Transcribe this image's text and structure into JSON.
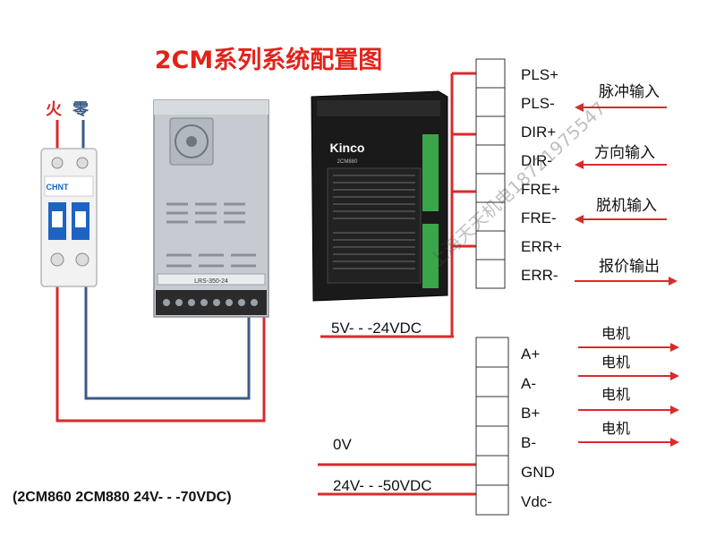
{
  "title": "2CM系列系统配置图",
  "breaker": {
    "live_label": "火",
    "neutral_label": "零",
    "brand": "CHNT"
  },
  "driver": {
    "brand": "Kinco",
    "model": "2CM880"
  },
  "power_supply": {
    "model": "LRS-350-24"
  },
  "control_terminals": [
    "PLS+",
    "PLS-",
    "DIR+",
    "DIR-",
    "FRE+",
    "FRE-",
    "ERR+",
    "ERR-"
  ],
  "signal_labels": {
    "pulse_input": "脉冲输入",
    "direction_input": "方向输入",
    "release_input": "脱机输入",
    "alarm_output": "报价输出"
  },
  "control_supply_label": "5V- - -24VDC",
  "power_terminals": [
    "A+",
    "A-",
    "B+",
    "B-",
    "GND",
    "Vdc-"
  ],
  "motor_labels": [
    "电机",
    "电机",
    "电机",
    "电机"
  ],
  "zero_volt_label": "0V",
  "main_supply_label": "24V- - -50VDC",
  "alt_supply_note": "(2CM860 2CM880 24V- - -70VDC)",
  "watermark": "上海天天机电18721975547",
  "colors": {
    "title_red": "#e2231a",
    "wire_red": "#d92b2b",
    "wire_blue": "#3a5a86",
    "breaker_blue": "#1565c0",
    "driver_black": "#1a1a1a",
    "terminal_green": "#3aa64a",
    "psu_metal": "#c6cbd1"
  }
}
